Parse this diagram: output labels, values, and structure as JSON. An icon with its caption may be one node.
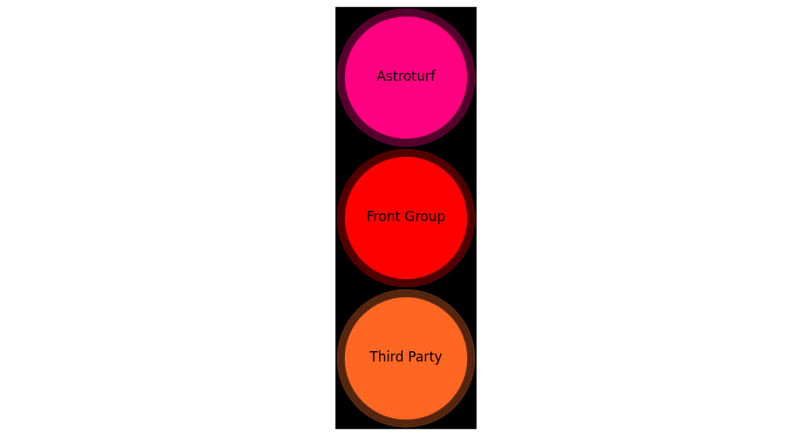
{
  "diagram": {
    "nodes": [
      {
        "text": [
          "Astroturf"
        ]
      },
      {
        "text": [
          "Front Group"
        ]
      },
      {
        "text": [
          "Third Party"
        ]
      }
    ]
  }
}
